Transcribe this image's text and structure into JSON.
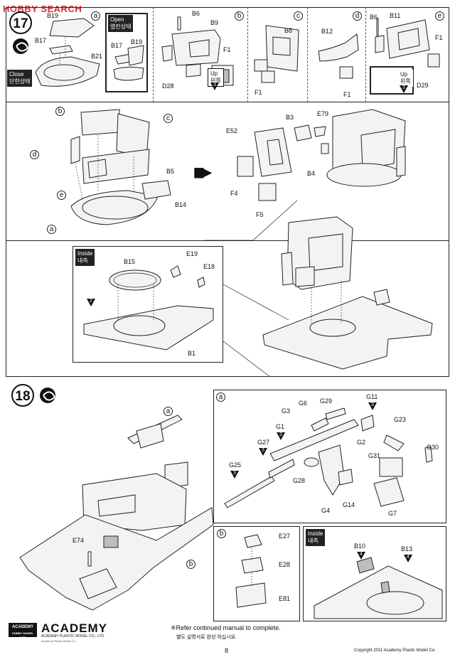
{
  "watermark": "HOBBY SEARCH",
  "step17": {
    "number": "17",
    "sub_a": "a",
    "sub_b": "b",
    "sub_c": "c",
    "sub_d": "d",
    "sub_e": "e",
    "close_tag": "Close\n단힌상태",
    "open_tag": "Open\n열린상태",
    "up_tag": "Up\n위쪽",
    "parts_a": [
      "B19",
      "B17",
      "B21"
    ],
    "parts_open": [
      "B17",
      "B19"
    ],
    "parts_b": [
      "B6",
      "B9",
      "F1",
      "D28"
    ],
    "parts_c": [
      "B8",
      "F1"
    ],
    "parts_d": [
      "B12",
      "F1"
    ],
    "parts_e": [
      "B6",
      "B11",
      "F1",
      "D29"
    ],
    "row2_left": [
      "B5",
      "B14"
    ],
    "row2_right": [
      "B3",
      "E79",
      "E52",
      "B4",
      "F4",
      "F5"
    ],
    "inside_tag": "Inside\n내측",
    "inside_parts": [
      "B15",
      "E19",
      "E18",
      "B1"
    ],
    "tri_2": "2"
  },
  "step18": {
    "number": "18",
    "main_parts": [
      "E74"
    ],
    "sub_a_parts": [
      "G6",
      "G29",
      "G11",
      "G3",
      "G1",
      "G2",
      "G23",
      "G27",
      "G31",
      "G30",
      "G25",
      "G28",
      "G14",
      "G4",
      "G7"
    ],
    "tri_3": "3",
    "sub_b_parts": [
      "E27",
      "E28",
      "E81"
    ],
    "inside_tag": "Inside\n내측",
    "inside_parts": [
      "B10",
      "B13"
    ],
    "tri_4": "4"
  },
  "footer": {
    "brand": "ACADEMY",
    "brand_sub": "HOBBY MODEL KITS",
    "company": "ACADEMY PLASTIC MODEL CO., LTD.",
    "address": "Academy Plastic Model Co.",
    "note_en": "※Refer continued manual to complete.",
    "note_kr": "별도 설명서로 완성 하십시요.",
    "page": "8",
    "copyright": "Copyright 2011 Academy Plastic Model Co."
  }
}
